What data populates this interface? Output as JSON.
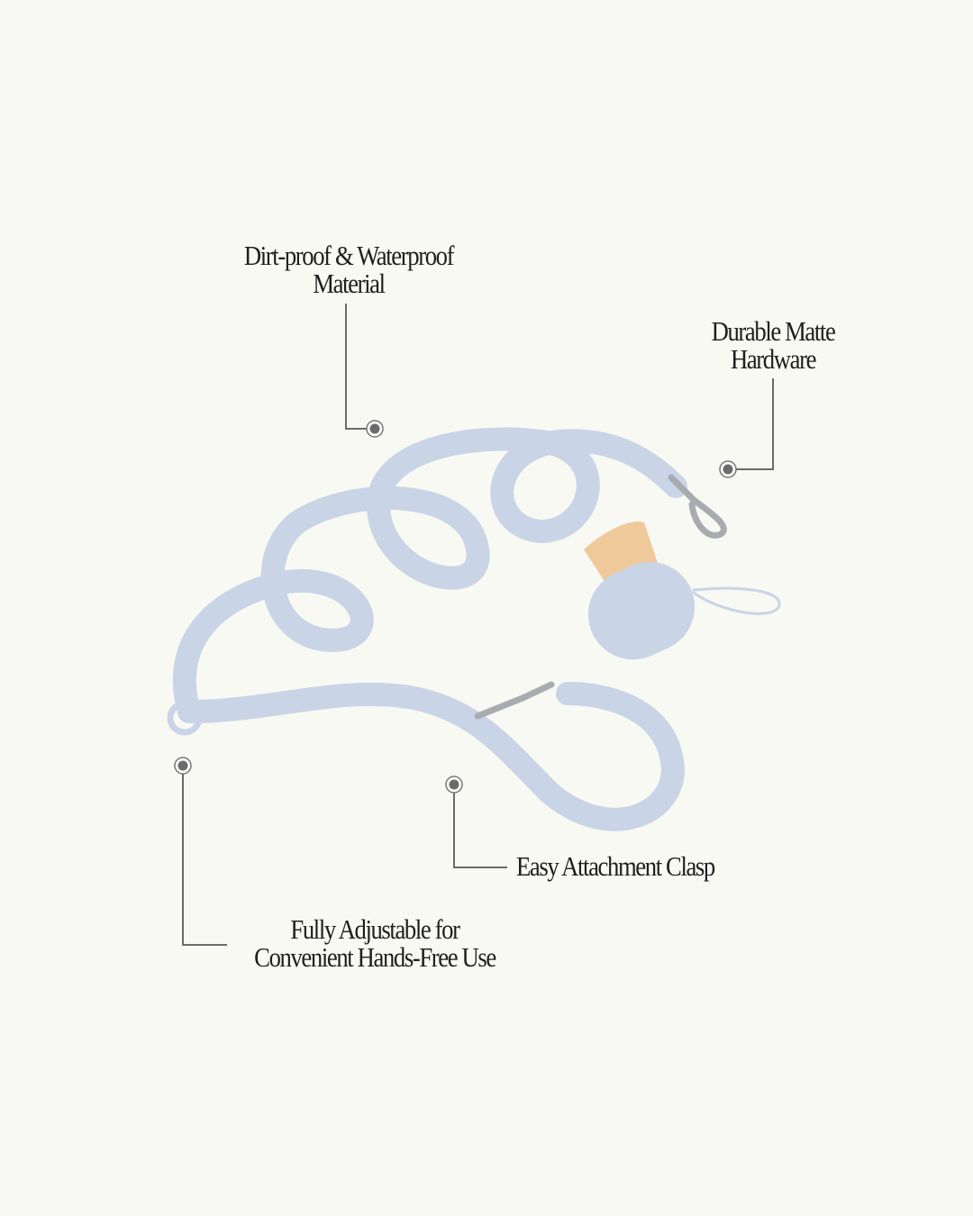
{
  "callouts": {
    "material": {
      "line1": "Dirt-proof & Waterproof",
      "line2": "Material"
    },
    "hardware": {
      "line1": "Durable Matte",
      "line2": "Hardware"
    },
    "clasp": {
      "line1": "Easy Attachment Clasp"
    },
    "adjustable": {
      "line1": "Fully Adjustable for",
      "line2": "Convenient Hands-Free Use"
    }
  },
  "colors": {
    "background": "#f8f9f2",
    "leash": "#c9d4e6",
    "bag": "#efc99a",
    "metal": "#a8acb0",
    "connector": "#6b6b6b"
  }
}
